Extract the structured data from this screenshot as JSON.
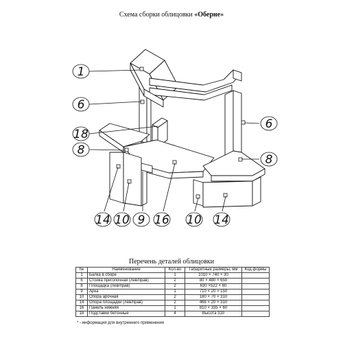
{
  "title": {
    "prefix": "Схема сборки облицовки ",
    "name": "«Оберне»"
  },
  "callouts": [
    "1",
    "6",
    "18",
    "8",
    "6",
    "8",
    "14",
    "10",
    "9",
    "16",
    "10",
    "14"
  ],
  "subtitle": "Перечень деталей облицовки",
  "table": {
    "headers": [
      "№",
      "Наименование",
      "Кол-во",
      "Габаритные размеры, мм",
      "Код формы"
    ],
    "rows": [
      [
        "1",
        "Балка в сборе",
        "1",
        "1010 × 740 × 30",
        ""
      ],
      [
        "6",
        "Стойка пригопочная (лев/прав)",
        "2",
        "80 × 480 × 650",
        ""
      ],
      [
        "8",
        "Площадка (лев/прав)",
        "2",
        "630 ×522 × 60",
        ""
      ],
      [
        "9",
        "Арка",
        "1",
        "710 × 20 × 150",
        ""
      ],
      [
        "10",
        "Опора арочная",
        "2",
        "180 × 70 × 310",
        ""
      ],
      [
        "14",
        "Опора площадки (лев/прав)",
        "2",
        "466 × 20 × 310",
        ""
      ],
      [
        "16",
        "Панель нижняя",
        "1",
        "810 × 335 × 60",
        ""
      ],
      [
        "18",
        "Подставки бетонные",
        "4",
        "Высота 310",
        ""
      ]
    ]
  },
  "footnote": "* - информация для внутреннего применения"
}
